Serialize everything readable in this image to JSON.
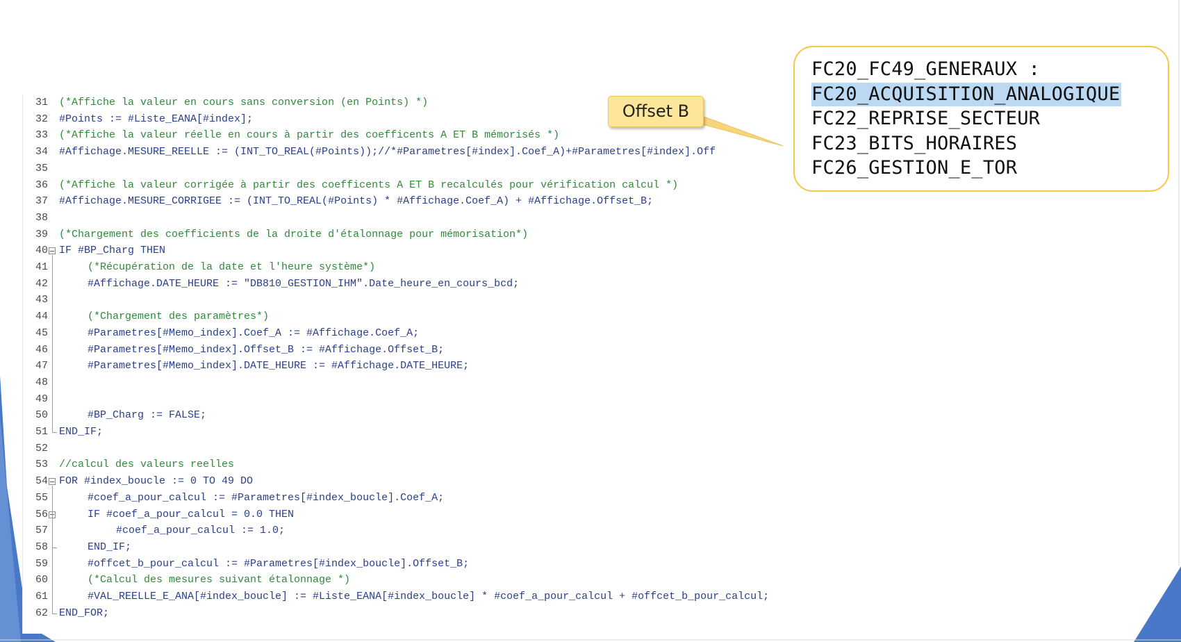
{
  "colors": {
    "accent_blue": "#4a78c8",
    "callout_border": "#f5c84a",
    "callout_fill": "#fde69a",
    "highlight": "#bcd9f3",
    "keyword": "#2a3f8a",
    "comment": "#2f8a3a"
  },
  "callout": {
    "label": "Offset B",
    "modules": [
      {
        "text": "FC20_FC49_GENERAUX :",
        "highlighted": false
      },
      {
        "text": "FC20_ACQUISITION_ANALOGIQUE",
        "highlighted": true
      },
      {
        "text": "FC22_REPRISE_SECTEUR",
        "highlighted": false
      },
      {
        "text": "FC23_BITS_HORAIRES",
        "highlighted": false
      },
      {
        "text": "FC26_GESTION_E_TOR",
        "highlighted": false
      }
    ]
  },
  "code": {
    "lines": [
      {
        "n": "31",
        "indent": 0,
        "type": "comment",
        "text": "(*Affiche la valeur en cours sans conversion (en Points) *)"
      },
      {
        "n": "32",
        "indent": 0,
        "type": "code",
        "text": "#Points := #Liste_EANA[#index];"
      },
      {
        "n": "33",
        "indent": 0,
        "type": "comment",
        "text": "(*Affiche la valeur réelle en cours à partir des coefficents A ET B mémorisés *)"
      },
      {
        "n": "34",
        "indent": 0,
        "type": "code",
        "text": "#Affichage.MESURE_REELLE := (INT_TO_REAL(#Points));//*#Parametres[#index].Coef_A)+#Parametres[#index].Off"
      },
      {
        "n": "35",
        "indent": 0,
        "type": "code",
        "text": ""
      },
      {
        "n": "36",
        "indent": 0,
        "type": "comment",
        "text": "(*Affiche la valeur corrigée à partir des coefficents A ET B recalculés pour vérification calcul *)"
      },
      {
        "n": "37",
        "indent": 0,
        "type": "code",
        "text": "#Affichage.MESURE_CORRIGEE := (INT_TO_REAL(#Points) * #Affichage.Coef_A) + #Affichage.Offset_B;"
      },
      {
        "n": "38",
        "indent": 0,
        "type": "code",
        "text": ""
      },
      {
        "n": "39",
        "indent": 0,
        "type": "comment",
        "text": "(*Chargement des coefficients de la droite d'étalonnage pour mémorisation*)"
      },
      {
        "n": "40",
        "indent": 0,
        "type": "code",
        "text": "IF #BP_Charg THEN",
        "fold": true
      },
      {
        "n": "41",
        "indent": 1,
        "type": "comment",
        "text": "(*Récupération de la date et l'heure système*)"
      },
      {
        "n": "42",
        "indent": 1,
        "type": "code",
        "text": "#Affichage.DATE_HEURE := \"DB810_GESTION_IHM\".Date_heure_en_cours_bcd;"
      },
      {
        "n": "43",
        "indent": 1,
        "type": "code",
        "text": ""
      },
      {
        "n": "44",
        "indent": 1,
        "type": "comment",
        "text": "(*Chargement des paramètres*)"
      },
      {
        "n": "45",
        "indent": 1,
        "type": "code",
        "text": "#Parametres[#Memo_index].Coef_A := #Affichage.Coef_A;"
      },
      {
        "n": "46",
        "indent": 1,
        "type": "code",
        "text": "#Parametres[#Memo_index].Offset_B := #Affichage.Offset_B;"
      },
      {
        "n": "47",
        "indent": 1,
        "type": "code",
        "text": "#Parametres[#Memo_index].DATE_HEURE := #Affichage.DATE_HEURE;"
      },
      {
        "n": "48",
        "indent": 1,
        "type": "code",
        "text": ""
      },
      {
        "n": "49",
        "indent": 1,
        "type": "code",
        "text": ""
      },
      {
        "n": "50",
        "indent": 1,
        "type": "code",
        "text": "#BP_Charg := FALSE;"
      },
      {
        "n": "51",
        "indent": 0,
        "type": "code",
        "text": "END_IF;"
      },
      {
        "n": "52",
        "indent": 0,
        "type": "code",
        "text": ""
      },
      {
        "n": "53",
        "indent": 0,
        "type": "comment",
        "text": "//calcul des valeurs reelles"
      },
      {
        "n": "54",
        "indent": 0,
        "type": "code",
        "text": "FOR #index_boucle := 0 TO 49 DO",
        "fold": true
      },
      {
        "n": "55",
        "indent": 1,
        "type": "code",
        "text": "#coef_a_pour_calcul := #Parametres[#index_boucle].Coef_A;"
      },
      {
        "n": "56",
        "indent": 1,
        "type": "code",
        "text": "IF #coef_a_pour_calcul = 0.0 THEN",
        "fold": true
      },
      {
        "n": "57",
        "indent": 2,
        "type": "code",
        "text": "#coef_a_pour_calcul := 1.0;"
      },
      {
        "n": "58",
        "indent": 1,
        "type": "code",
        "text": "END_IF;"
      },
      {
        "n": "59",
        "indent": 1,
        "type": "code",
        "text": "#offcet_b_pour_calcul := #Parametres[#index_boucle].Offset_B;"
      },
      {
        "n": "60",
        "indent": 1,
        "type": "comment",
        "text": "(*Calcul des mesures suivant étalonnage *)"
      },
      {
        "n": "61",
        "indent": 1,
        "type": "code",
        "text": "#VAL_REELLE_E_ANA[#index_boucle] := #Liste_EANA[#index_boucle] * #coef_a_pour_calcul + #offcet_b_pour_calcul;"
      },
      {
        "n": "62",
        "indent": 0,
        "type": "code",
        "text": "END_FOR;"
      }
    ]
  }
}
